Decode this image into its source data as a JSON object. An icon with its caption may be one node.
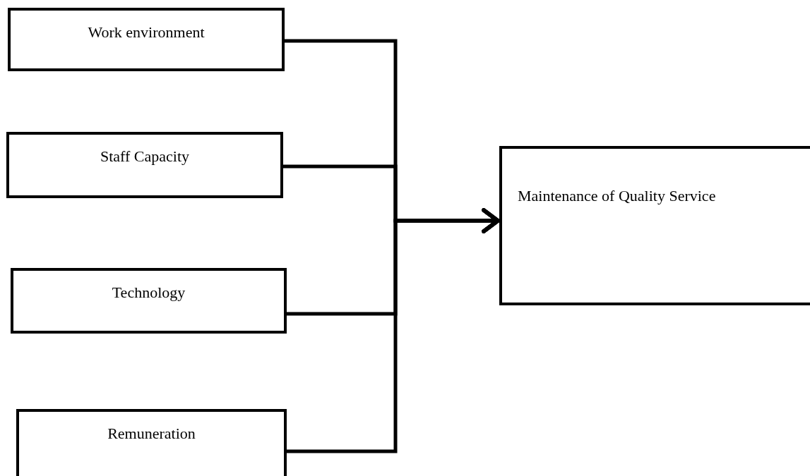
{
  "diagram": {
    "nodes": [
      {
        "text": [
          "Work environment"
        ]
      },
      {
        "text": [
          "Staff Capacity"
        ]
      },
      {
        "text": [
          "Technology"
        ]
      },
      {
        "text": [
          "Remuneration"
        ]
      },
      {
        "text": [
          "Maintenance of Quality Service"
        ]
      }
    ],
    "edges": [
      {
        "from": 0,
        "to": 4,
        "arrow": "to"
      },
      {
        "from": 1,
        "to": 4,
        "arrow": "to"
      },
      {
        "from": 2,
        "to": 4,
        "arrow": "to"
      },
      {
        "from": 3,
        "to": 4,
        "arrow": "to"
      }
    ]
  }
}
